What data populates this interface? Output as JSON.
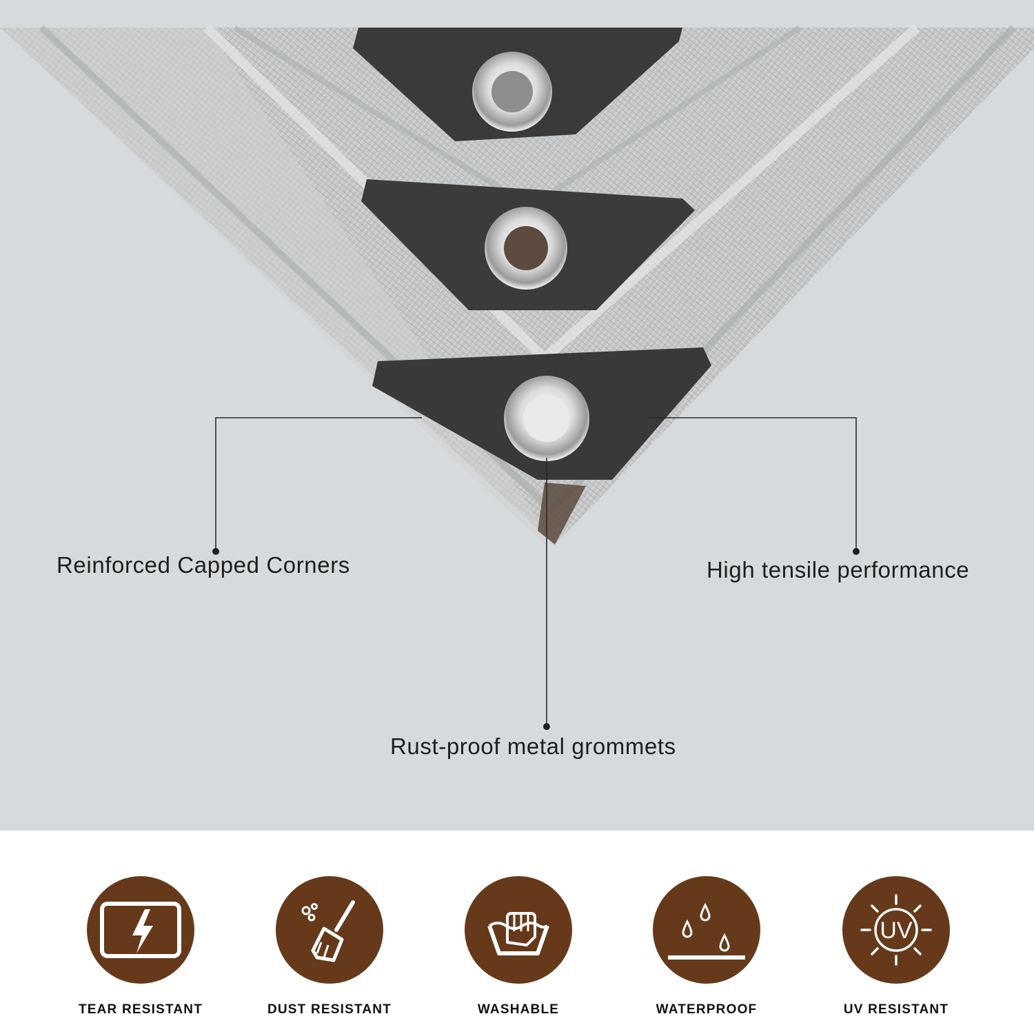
{
  "callouts": {
    "corners": "Reinforced Capped Corners",
    "tensile": "High tensile performance",
    "grommets": "Rust-proof metal grommets"
  },
  "features": [
    {
      "label": "TEAR RESISTANT",
      "icon": "torn-sheet-lightning-icon"
    },
    {
      "label": "DUST RESISTANT",
      "icon": "broom-bubbles-icon"
    },
    {
      "label": "WASHABLE",
      "icon": "hand-wash-basin-icon"
    },
    {
      "label": "WATERPROOF",
      "icon": "water-drops-surface-icon"
    },
    {
      "label": "UV RESISTANT",
      "icon": "sun-uv-icon",
      "icon_text": "UV"
    }
  ],
  "colors": {
    "background": "#d7dadc",
    "tarp": "#bdbfc0",
    "corner_cap": "#3a3a3a",
    "icon_circle": "#65391a",
    "text": "#1e1e1e"
  }
}
